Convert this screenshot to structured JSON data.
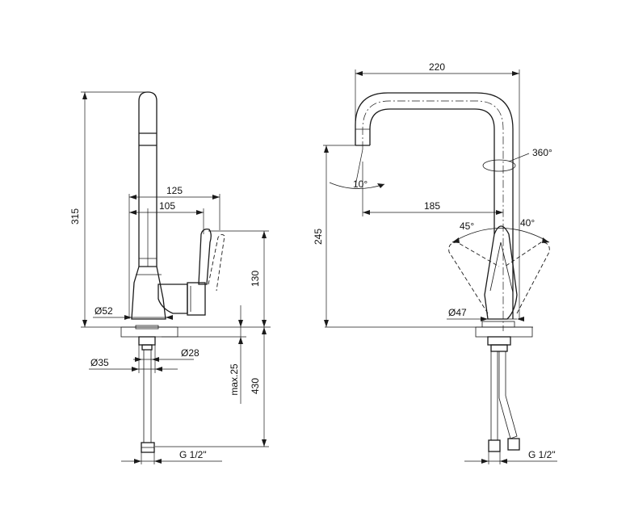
{
  "left_view": {
    "dim_height_total": "315",
    "dim_reach_outer": "125",
    "dim_reach_inner": "105",
    "dim_handle_height": "130",
    "dim_base_diameter": "Ø52",
    "dim_shank_outer": "Ø35",
    "dim_shank_inner": "Ø28",
    "dim_max_thickness": "max.25",
    "dim_hose_length": "430",
    "dim_thread": "G 1/2\""
  },
  "right_view": {
    "dim_spout_width": "220",
    "dim_spout_reach": "185",
    "dim_spout_height": "245",
    "dim_rotation": "360°",
    "dim_tilt": "10°",
    "dim_handle_left": "45°",
    "dim_handle_right": "40°",
    "dim_base_diameter": "Ø47",
    "dim_thread": "G 1/2\""
  },
  "colors": {
    "line": "#1a1a1a",
    "background": "#ffffff"
  }
}
